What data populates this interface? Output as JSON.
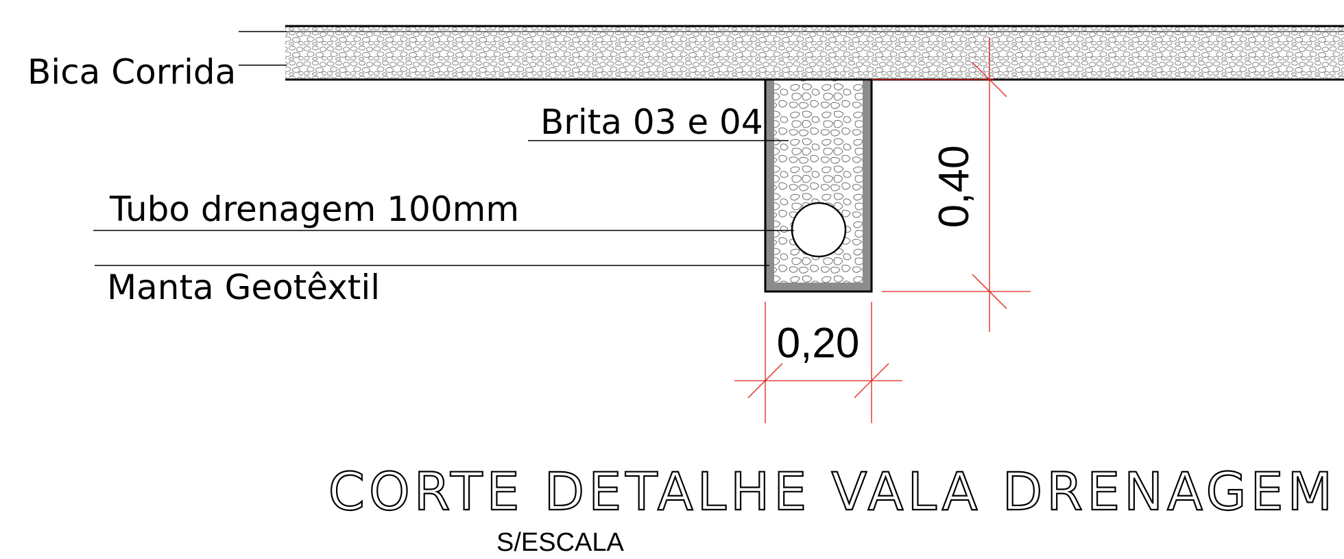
{
  "labels": {
    "bica_corrida": "Bica Corrida",
    "brita": "Brita 03 e 04",
    "tubo": "Tubo drenagem 100mm",
    "manta": "Manta Geotêxtil"
  },
  "dimensions": {
    "width": "0,20",
    "depth": "0,40"
  },
  "title": "CORTE DETALHE VALA DRENAGEM",
  "subtitle": "S/ESCALA",
  "colors": {
    "line": "#000000",
    "dimension": "#e0201c",
    "manta": "#8c8c8c",
    "gravel": "#6e6e6e"
  }
}
